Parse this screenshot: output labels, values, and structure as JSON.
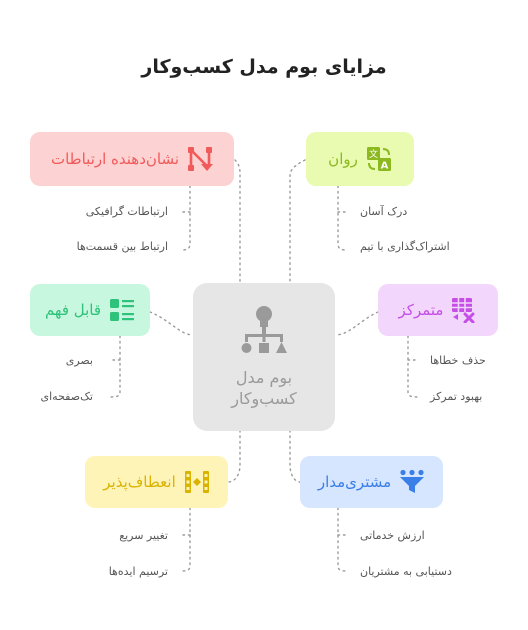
{
  "title": "مزایای بوم مدل کسب‌وکار",
  "center": {
    "label_line1": "بوم مدل",
    "label_line2": "کسب‌وکار"
  },
  "nodes": [
    {
      "label": "نشان‌دهنده ارتباطات",
      "color": "#f05a5a",
      "bg": "#fdd2d2",
      "icon": "connection-arrows-icon",
      "items": [
        "ارتباطات گرافیکی",
        "ارتباط بین قسمت‌ها"
      ]
    },
    {
      "label": "روان",
      "color": "#8cb820",
      "bg": "#e8fbb0",
      "icon": "translate-icon",
      "items": [
        "درک آسان",
        "اشتراک‌گذاری با تیم"
      ]
    },
    {
      "label": "قابل فهم",
      "color": "#2ec27a",
      "bg": "#c8f7df",
      "icon": "checklist-icon",
      "items": [
        "بصری",
        "تک‌صفحه‌ای"
      ]
    },
    {
      "label": "متمرکز",
      "color": "#c44ee6",
      "bg": "#f3d6fb",
      "icon": "grid-close-icon",
      "items": [
        "حذف خطاها",
        "بهبود تمرکز"
      ]
    },
    {
      "label": "انعطاف‌پذیر",
      "color": "#d9b300",
      "bg": "#fef4b8",
      "icon": "flex-columns-icon",
      "items": [
        "تغییر سریع",
        "ترسیم ایده‌ها"
      ]
    },
    {
      "label": "مشتری‌مدار",
      "color": "#3a7ee8",
      "bg": "#d6e6fe",
      "icon": "customer-funnel-icon",
      "items": [
        "ارزش خدماتی",
        "دستیابی به مشتریان"
      ]
    }
  ]
}
